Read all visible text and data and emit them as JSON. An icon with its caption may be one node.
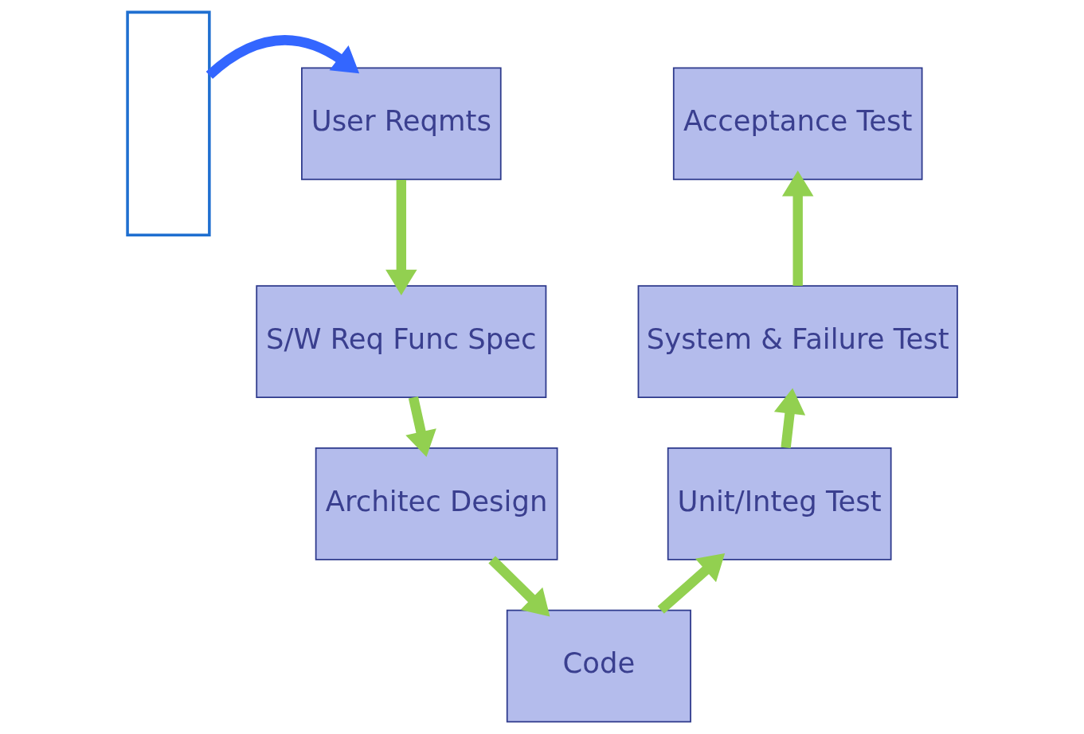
{
  "diagram": {
    "nodes": [
      {
        "text": [],
        "shape": "box"
      },
      {
        "text": [
          "User Reqmts"
        ]
      },
      {
        "text": [
          "S/W Req Func Spec"
        ]
      },
      {
        "text": [
          "Architec Design"
        ]
      },
      {
        "text": [
          "Code"
        ]
      },
      {
        "text": [
          "Unit/Integ Test"
        ]
      },
      {
        "text": [
          "System & Failure Test"
        ]
      },
      {
        "text": [
          "Acceptance Test"
        ]
      }
    ],
    "edges": [
      {
        "from": 0,
        "to": 1,
        "arrow": "to",
        "color": "#3366ff"
      },
      {
        "from": 1,
        "to": 2,
        "arrow": "to"
      },
      {
        "from": 2,
        "to": 3,
        "arrow": "to"
      },
      {
        "from": 3,
        "to": 4,
        "arrow": "to"
      },
      {
        "from": 4,
        "to": 5,
        "arrow": "to"
      },
      {
        "from": 5,
        "to": 6,
        "arrow": "to"
      },
      {
        "from": 6,
        "to": 7,
        "arrow": "to"
      }
    ]
  }
}
